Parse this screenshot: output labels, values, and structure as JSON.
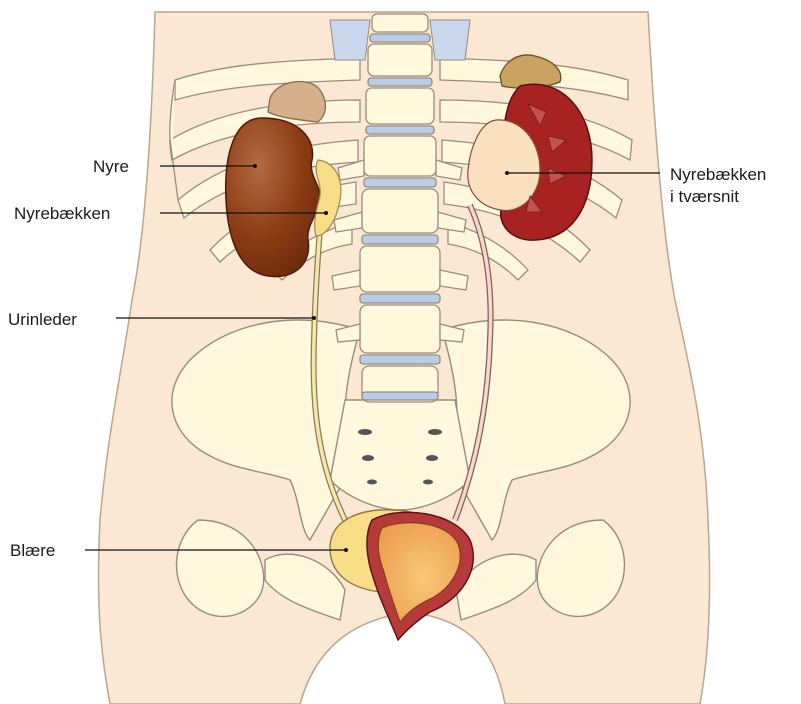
{
  "labels": {
    "kidney": "Nyre",
    "renal_pelvis_left": "Nyrebækken",
    "ureter": "Urinleder",
    "bladder": "Blære",
    "renal_pelvis_cross_section_line1": "Nyrebækken",
    "renal_pelvis_cross_section_line2": "i tværsnit"
  },
  "colors": {
    "skin": "#fbe7d2",
    "bone": "#fff8dc",
    "outline": "#9a8c7e",
    "kidney_left": "#8b3a12",
    "kidney_right": "#a82222",
    "renal_pelvis": "#f7dd85",
    "adrenal_left": "#d6b08a",
    "adrenal_right": "#c9a35f",
    "spine_disc": "#b9cde8",
    "bladder_wall": "#b63a3a",
    "bladder_inner": "#f4b35a",
    "pointer_line": "#111111"
  }
}
